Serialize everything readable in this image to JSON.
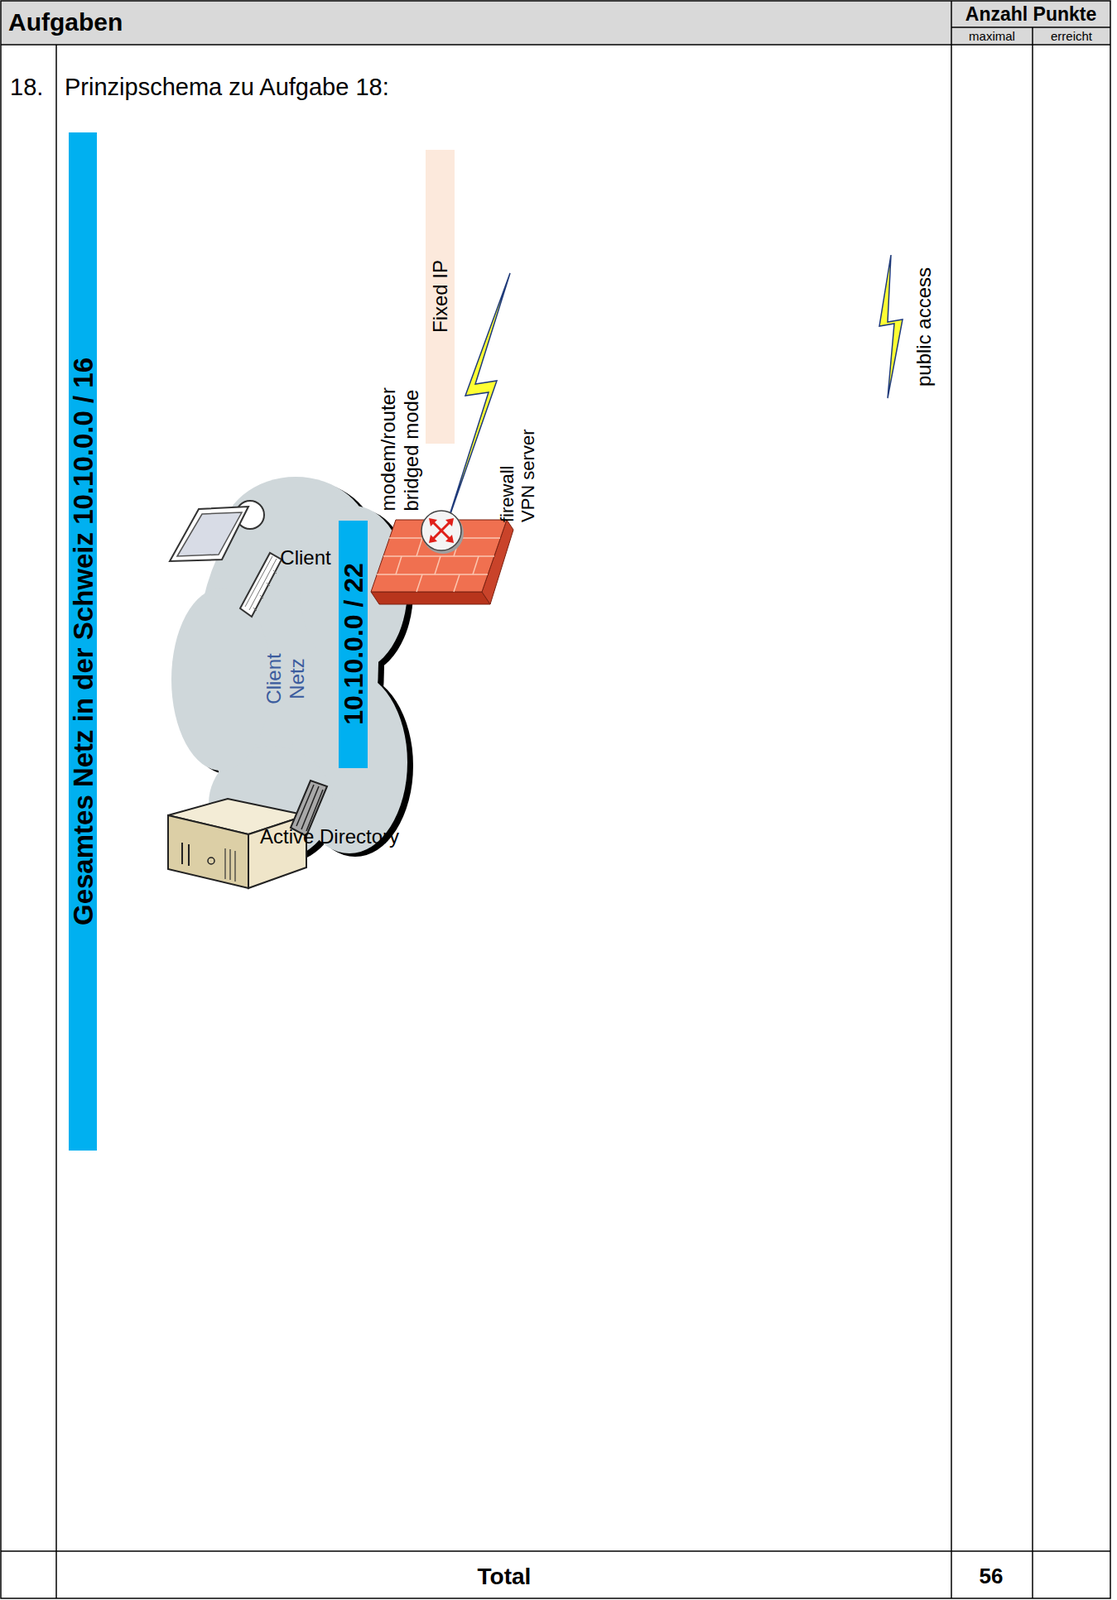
{
  "diagram": {
    "nodes": [
      {
        "text": [
          "Gesamtes Netz in der Schweiz 10.10.0.0 / 16"
        ]
      },
      {
        "text": [
          "Fixed IP"
        ]
      },
      {
        "text": [
          "modem/router bridged mode",
          "firewall VPN server"
        ]
      },
      {
        "text": [
          "Client Netz"
        ]
      },
      {
        "text": [
          "10.10.0.0 / 22"
        ],
        "in": 3
      },
      {
        "text": [
          "Client"
        ],
        "in": 3
      },
      {
        "text": [
          "Active Directory"
        ],
        "in": 3
      }
    ],
    "labels": [
      "Aufgaben",
      "Anzahl Punkte",
      "maximal",
      "erreicht",
      "18.",
      "Prinzipschema zu Aufgabe 18:",
      "Total",
      "56"
    ],
    "legend": [
      {
        "text": "public access"
      }
    ]
  }
}
